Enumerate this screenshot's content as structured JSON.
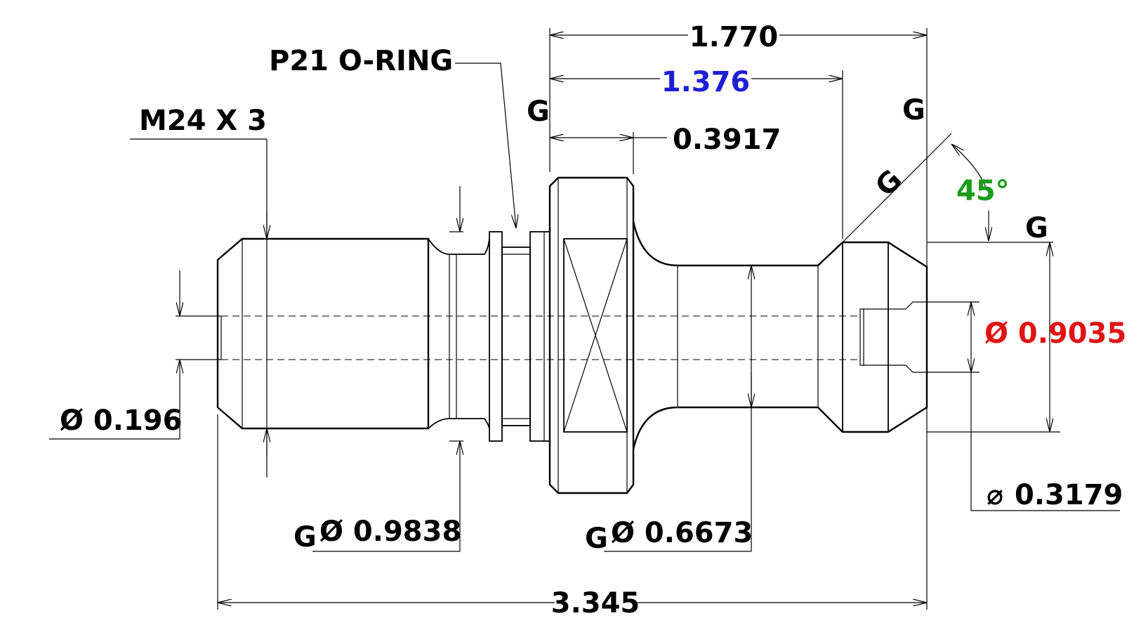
{
  "drawing": {
    "labels": {
      "overall_length": "3.345",
      "flange_to_end": "1.770",
      "flange_to_taper": "1.376",
      "flange_width": "0.3917",
      "thread": "M24 X 3",
      "o_ring": "P21 O-RING",
      "angle": "45°",
      "dia_bore": "Ø 0.196",
      "dia_groove": "Ø 0.9838",
      "dia_neck": "Ø 0.6673",
      "dia_head": "Ø 0.9035",
      "dia_head_bore": "0.3179",
      "dia_head_bore_symbol": "⌀",
      "ground_mark": "G"
    },
    "colors": {
      "line": "#000000",
      "blue_dimension": "#1f1fd6",
      "red_dimension": "#e01414",
      "green_dimension": "#1a9c1a"
    }
  }
}
